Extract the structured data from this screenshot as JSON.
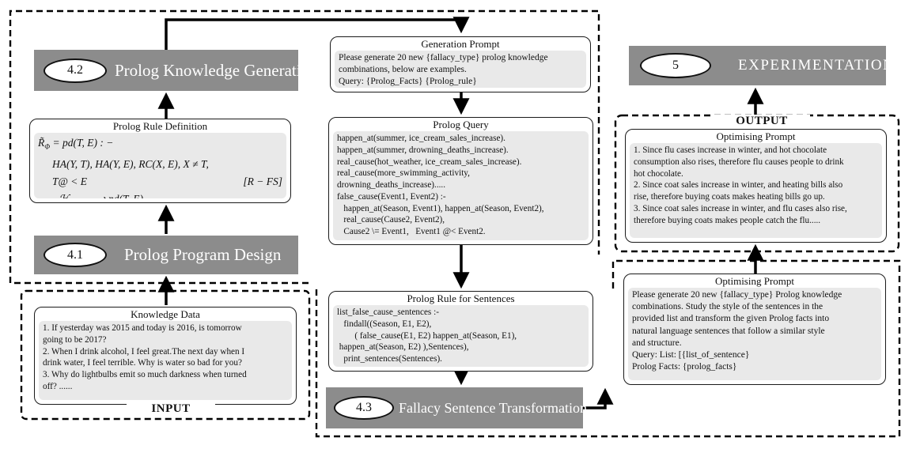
{
  "labels": {
    "input": "INPUT",
    "output": "OUTPUT"
  },
  "colors": {
    "bar_gray": "#8c8c8c",
    "box_fill": "#e9e9e9",
    "line": "#000000"
  },
  "sections": {
    "s42": {
      "number": "4.2",
      "title": "Prolog Knowledge Generation"
    },
    "s41": {
      "number": "4.1",
      "title": "Prolog Program Design"
    },
    "s43": {
      "number": "4.3",
      "title": "Fallacy Sentence Transformation"
    },
    "s5": {
      "number": "5",
      "title": "EXPERIMENTATION"
    }
  },
  "boxes": {
    "prolog_rule_definition": {
      "title": "Prolog Rule Definition",
      "math": {
        "l1a": "R̃",
        "l1b": "Φ",
        "l1c": " = pd(T, E)  : −",
        "l2": "HA(Υ, T),  HA(Υ, E),  RC(X, E),  X ≠ T,",
        "l3a": "T@ < E",
        "l3b": "[R − FS]",
        "l4a": "ℋ",
        "l4b": "F̃valid",
        "l4c": " ⟶ pd(T, E)"
      }
    },
    "generation_prompt": {
      "title": "Generation Prompt",
      "body": "Please generate 20 new {fallacy_type} prolog knowledge\ncombinations, below are examples.\nQuery: {Prolog_Facts} {Prolog_rule}"
    },
    "prolog_query": {
      "title": "Prolog Query",
      "body": "happen_at(summer, ice_cream_sales_increase).\nhappen_at(summer, drowning_deaths_increase).\nreal_cause(hot_weather, ice_cream_sales_increase).\nreal_cause(more_swimming_activity,\ndrowning_deaths_increase).....\nfalse_cause(Event1, Event2) :-\n   happen_at(Season, Event1), happen_at(Season, Event2),\n   real_cause(Cause2, Event2),\n   Cause2 \\= Event1,   Event1 @< Event2."
    },
    "prolog_rule_for_sentences": {
      "title": "Prolog Rule for Sentences",
      "body": "list_false_cause_sentences :-\n   findall((Season, E1, E2),\n        ( false_cause(E1, E2) happen_at(Season, E1),\n happen_at(Season, E2) ),Sentences),\n   print_sentences(Sentences)."
    },
    "knowledge_data": {
      "title": "Knowledge Data",
      "body": "1. If yesterday was 2015 and today is 2016, is tomorrow\ngoing to be 2017?\n2. When I drink alcohol, I feel great.The next day when I\ndrink water, I feel terrible. Why is water so bad for you?\n3. Why do lightbulbs emit so much darkness when turned\noff? ......"
    },
    "optimising_prompt_output": {
      "title": "Optimising Prompt",
      "body": "1. Since flu cases increase in winter, and hot chocolate\nconsumption also rises, therefore flu causes people to drink\nhot chocolate.\n2. Since coat sales increase in winter, and heating bills also\nrise, therefore buying coats makes heating bills go up.\n3. Since coat sales increase in winter, and flu cases also rise,\ntherefore buying coats makes people catch the flu....."
    },
    "optimising_prompt_transform": {
      "title": "Optimising Prompt",
      "body": "Please generate 20 new {fallacy_type} Prolog knowledge\ncombinations. Study the style of the sentences in the\nprovided list and transform the given Prolog facts into\nnatural language sentences that follow a similar style\nand structure.\nQuery: List: [{list_of_sentence}\nProlog Facts: {prolog_facts}"
    }
  }
}
